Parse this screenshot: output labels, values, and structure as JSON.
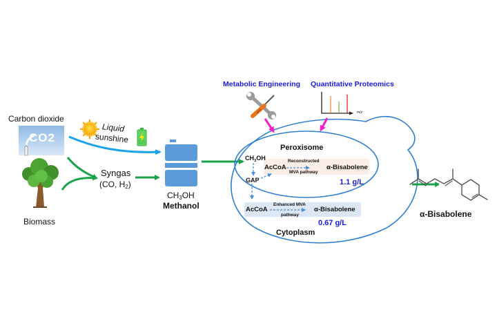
{
  "sources": {
    "co2": {
      "label": "Carbon dioxide",
      "image_text": "CO2"
    },
    "biomass": {
      "label": "Biomass"
    }
  },
  "pathways": {
    "liquid_sunshine": {
      "line1": "Liquid",
      "line2": "sunshine"
    },
    "syngas": {
      "label": "Syngas",
      "formula_open": "(CO, H",
      "formula_sub": "2",
      "formula_close": ")"
    }
  },
  "methanol": {
    "formula_pre": "CH",
    "formula_sub": "3",
    "formula_post": "OH",
    "name": "Methanol"
  },
  "inputs": {
    "metabolic_engineering": "Metabolic Engineering",
    "quantitative_proteomics": "Quantitative Proteomics",
    "spectrum_axis_label": "m/z"
  },
  "cell": {
    "peroxisome": {
      "title": "Peroxisome",
      "substrate_pre": "CH",
      "substrate_sub": "3",
      "substrate_post": "OH",
      "intermediate": "GAP",
      "precursor": "AcCoA",
      "pathway_line1": "Reconstructed",
      "pathway_line2": "MVA pathway",
      "product": "α-Bisabolene",
      "titer": "1.1 g/L"
    },
    "cytoplasm": {
      "title": "Cytoplasm",
      "precursor": "AcCoA",
      "pathway_line1": "Enhanced MVA",
      "pathway_line2": "pathway",
      "product": "α-Bisabolene",
      "titer": "0.67 g/L"
    }
  },
  "product": {
    "name": "α-Bisabolene"
  },
  "colors": {
    "cell_outline": "#2f7fd0",
    "green_arrow": "#1aa34a",
    "blue_arrow": "#1aa3e8",
    "magenta_arrow": "#f01fc8",
    "barrel": "#5b9bd9",
    "peroxisome_box": "#fbeee6",
    "cytoplasm_box": "#dde6f4",
    "yield_text": "#1a1adf"
  }
}
